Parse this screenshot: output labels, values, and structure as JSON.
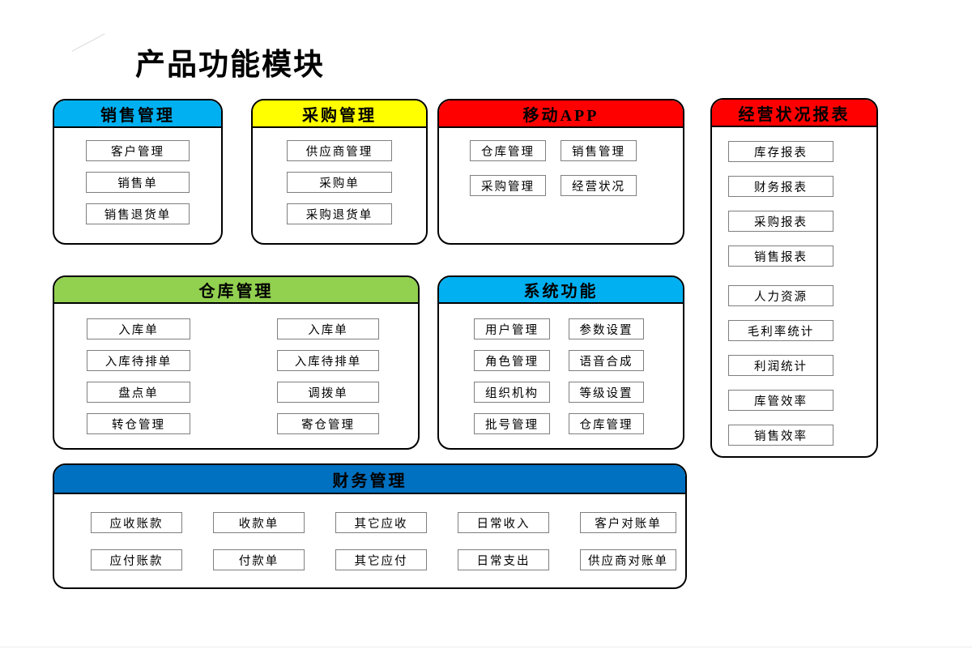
{
  "title": "产品功能模块",
  "colors": {
    "background": "#ffffff",
    "panel_border": "#000000",
    "item_border": "#7f7f7f",
    "sky_blue": "#00B0F0",
    "yellow": "#FFFF00",
    "red": "#FF0000",
    "green": "#92D050",
    "dark_blue": "#0070C0"
  },
  "panels": [
    {
      "id": "sales",
      "title": "销售管理",
      "header_color": "#00B0F0",
      "items": [
        "客户管理",
        "销售单",
        "销售退货单"
      ]
    },
    {
      "id": "purchase",
      "title": "采购管理",
      "header_color": "#FFFF00",
      "items": [
        "供应商管理",
        "采购单",
        "采购退货单"
      ]
    },
    {
      "id": "mobile-app",
      "title": "移动APP",
      "header_color": "#FF0000",
      "items": [
        "仓库管理",
        "销售管理",
        "采购管理",
        "经营状况"
      ]
    },
    {
      "id": "reports",
      "title": "经营状况报表",
      "header_color": "#FF0000",
      "items": [
        "库存报表",
        "财务报表",
        "采购报表",
        "销售报表",
        "人力资源",
        "毛利率统计",
        "利润统计",
        "库管效率",
        "销售效率"
      ]
    },
    {
      "id": "warehouse",
      "title": "仓库管理",
      "header_color": "#92D050",
      "items": [
        "入库单",
        "入库单",
        "入库待排单",
        "入库待排单",
        "盘点单",
        "调拨单",
        "转仓管理",
        "寄仓管理"
      ]
    },
    {
      "id": "system",
      "title": "系统功能",
      "header_color": "#00B0F0",
      "items": [
        "用户管理",
        "参数设置",
        "角色管理",
        "语音合成",
        "组织机构",
        "等级设置",
        "批号管理",
        "仓库管理"
      ]
    },
    {
      "id": "finance",
      "title": "财务管理",
      "header_color": "#0070C0",
      "items": [
        "应收账款",
        "收款单",
        "其它应收",
        "日常收入",
        "客户对账单",
        "应付账款",
        "付款单",
        "其它应付",
        "日常支出",
        "供应商对账单"
      ]
    }
  ]
}
